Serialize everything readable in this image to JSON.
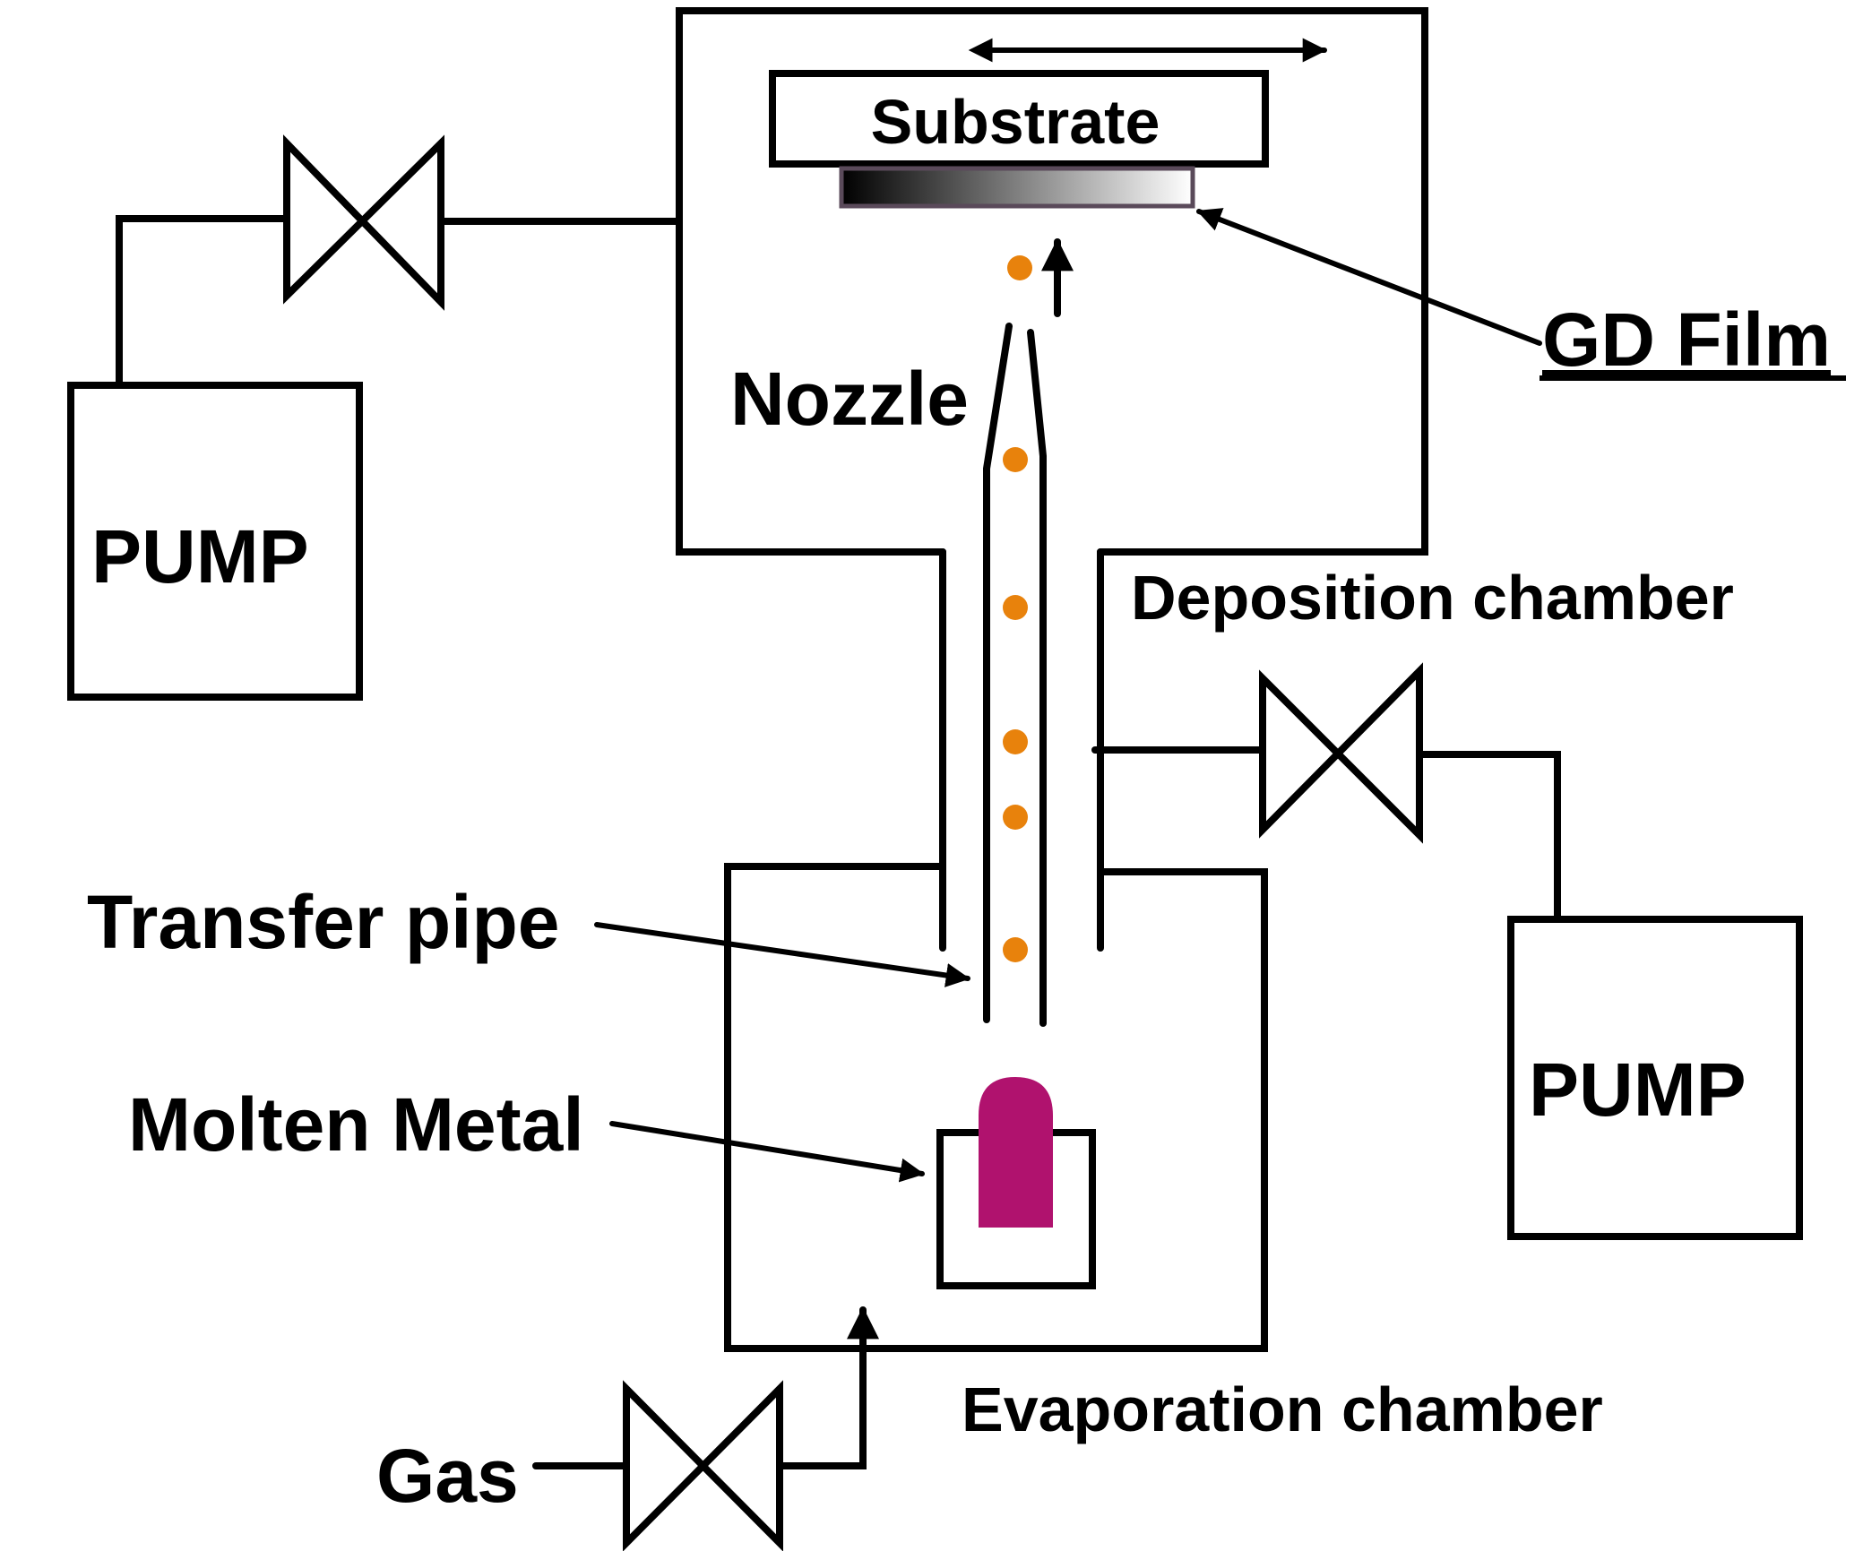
{
  "labels": {
    "substrate": "Substrate",
    "gd_film": "GD Film",
    "nozzle": "Nozzle",
    "pump_left": "PUMP",
    "pump_right": "PUMP",
    "deposition_chamber": "Deposition chamber",
    "transfer_pipe": "Transfer pipe",
    "molten_metal": "Molten Metal",
    "evaporation_chamber": "Evaporation chamber",
    "gas": "Gas"
  },
  "colors": {
    "line": "#000000",
    "particle": "#e8820c",
    "molten_metal": "#b0126e",
    "film_start": "#000000",
    "film_end": "#ffffff",
    "film_border": "#5a4a5a"
  }
}
